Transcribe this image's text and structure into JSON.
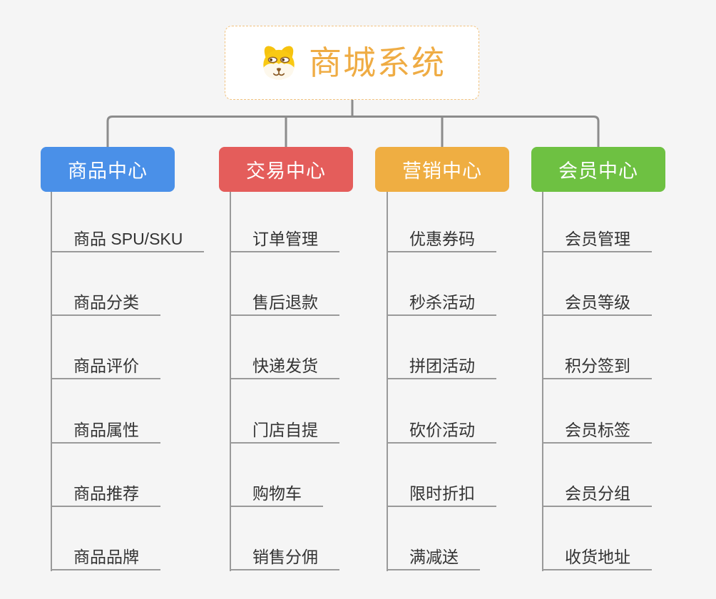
{
  "colors": {
    "background": "#f5f5f5",
    "connector": "#8c8c8c",
    "leaf-line": "#9a9a9a",
    "leaf-text": "#333333",
    "root-bg": "#ffffff",
    "root-border": "#f2c27e",
    "root-text": "#efac44",
    "branch-text": "#ffffff"
  },
  "root": {
    "label": "商城系统",
    "icon": "dog-face"
  },
  "branches": [
    {
      "label": "商品中心",
      "color": "#4a90e8",
      "items": [
        "商品 SPU/SKU",
        "商品分类",
        "商品评价",
        "商品属性",
        "商品推荐",
        "商品品牌"
      ]
    },
    {
      "label": "交易中心",
      "color": "#e45d5b",
      "items": [
        "订单管理",
        "售后退款",
        "快递发货",
        "门店自提",
        "购物车",
        "销售分佣"
      ]
    },
    {
      "label": "营销中心",
      "color": "#efae42",
      "items": [
        "优惠券码",
        "秒杀活动",
        "拼团活动",
        "砍价活动",
        "限时折扣",
        "满减送"
      ]
    },
    {
      "label": "会员中心",
      "color": "#6ec142",
      "items": [
        "会员管理",
        "会员等级",
        "积分签到",
        "会员标签",
        "会员分组",
        "收货地址"
      ]
    }
  ]
}
